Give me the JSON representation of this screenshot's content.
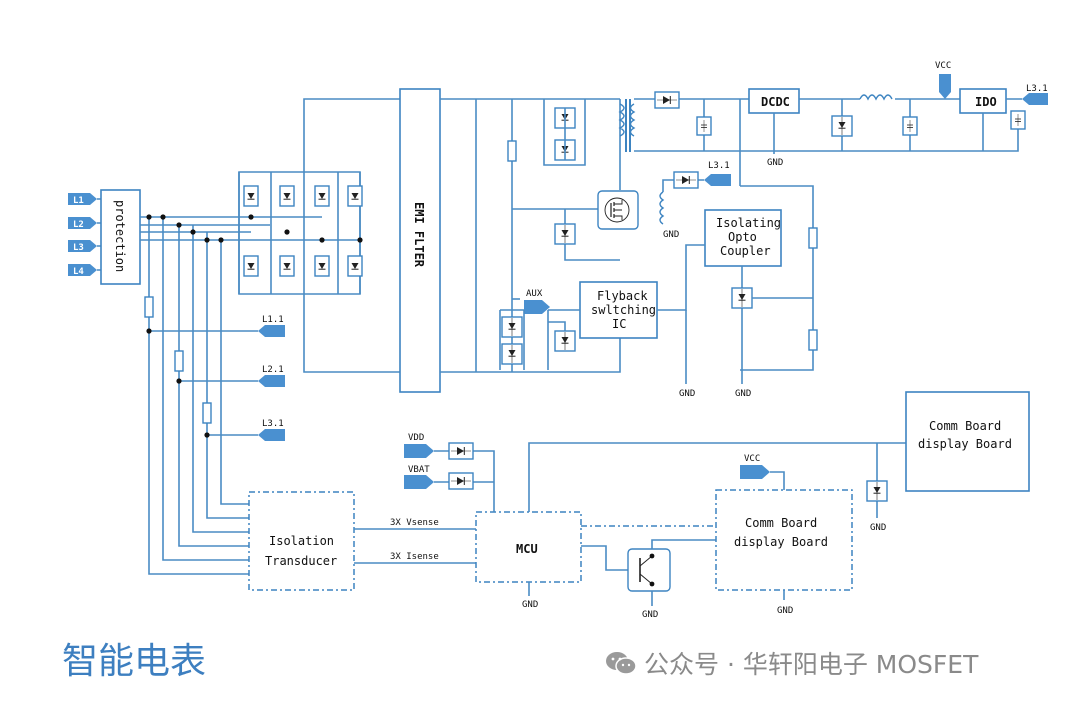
{
  "title": "智能电表",
  "watermark": {
    "icon": "wechat-icon",
    "text": "公众号 · 华轩阳电子 MOSFET"
  },
  "blocks": {
    "protection": "protection",
    "emi_filter": "EMI FLTER",
    "dcdc": "DCDC",
    "ido": "IDO",
    "opto_line1": "Isolating",
    "opto_line2": "Opto",
    "opto_line3": "Coupler",
    "flyback_line1": "Flyback",
    "flyback_line2": "swltching",
    "flyback_line3": "IC",
    "iso_line1": "Isolation",
    "iso_line2": "Transducer",
    "mcu": "MCU",
    "comm_line1": "Comm Board",
    "comm_line2": "display Board"
  },
  "input_tags": [
    "L1",
    "L2",
    "L3",
    "L4"
  ],
  "tap_tags": [
    "L1.1",
    "L2.1",
    "L3.1"
  ],
  "net_tags": {
    "l31_top_right": "L3.1",
    "l31_mid": "L3.1",
    "vcc_top": "VCC",
    "vcc_bottom": "VCC",
    "aux": "AUX",
    "vdd": "VDD",
    "vbat": "VBAT"
  },
  "gnd_label": "GND",
  "signals": {
    "vsense": "3X Vsense",
    "isense": "3X Isense"
  },
  "colors": {
    "wire": "#4a8cc4",
    "tag_fill": "#4a90d0",
    "title": "#3d7fc0",
    "watermark": "#8a8a8a"
  }
}
